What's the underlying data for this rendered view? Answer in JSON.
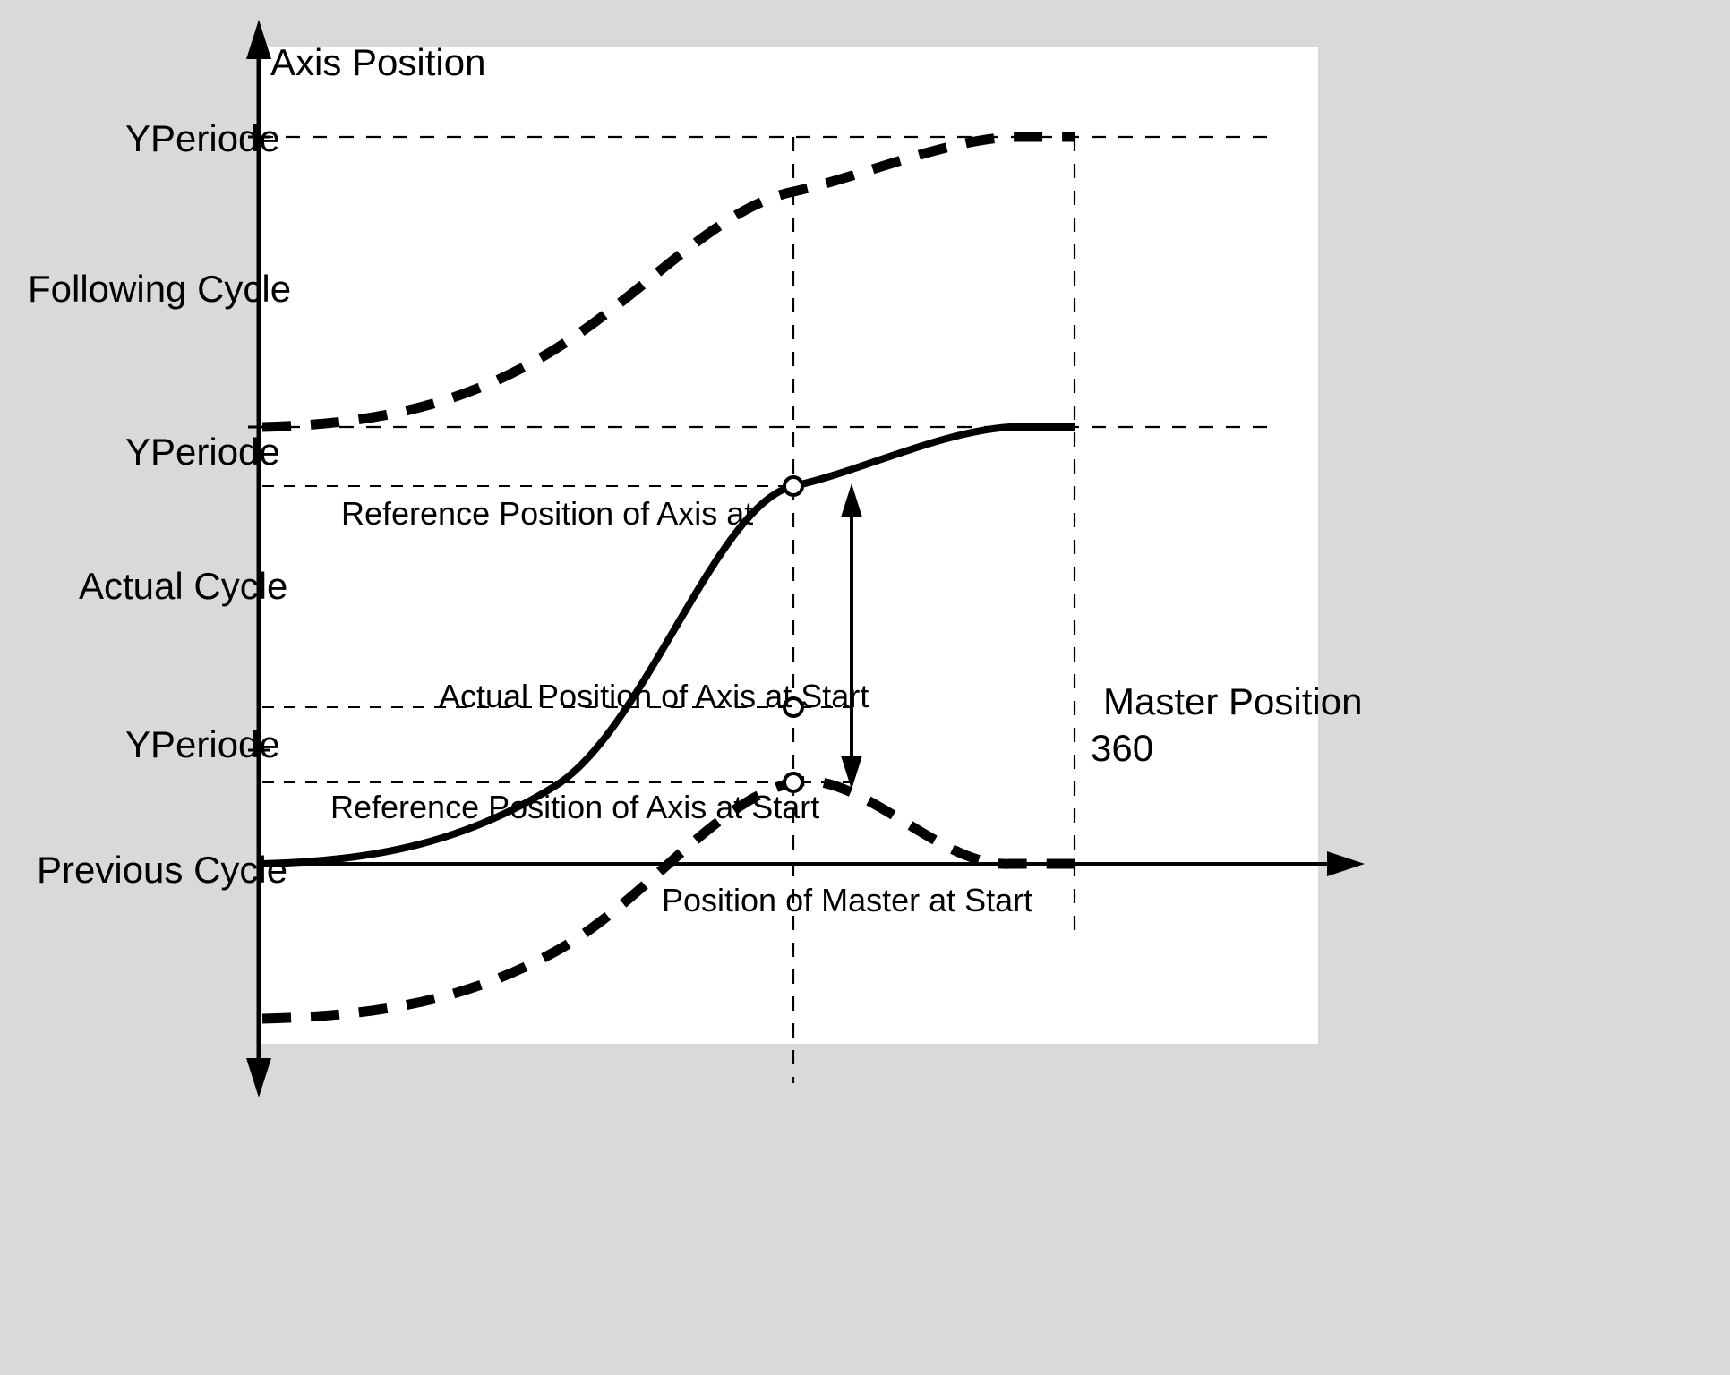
{
  "meta": {
    "background_color": "#d9d9d9",
    "panel_color": "#ffffff",
    "ink_color": "#000000"
  },
  "axes": {
    "y_axis_label": "Axis Position",
    "x_axis_label": "Master Position",
    "x_tick_label": "360"
  },
  "cycle_labels": {
    "following": "Following Cycle",
    "actual": "Actual Cycle",
    "previous": "Previous Cycle"
  },
  "period_labels": {
    "top": "YPeriode",
    "middle": "YPeriode",
    "bottom": "YPeriode"
  },
  "annotations": {
    "reference_position_axis_at": "Reference Position of Axis at",
    "actual_position_axis_start": "Actual Position of Axis at Start",
    "reference_position_axis_start": "Reference Position of Axis at Start",
    "position_master_start": "Position of Master at Start"
  },
  "chart_data": {
    "type": "line",
    "title": "",
    "xlabel": "Master Position",
    "ylabel": "Axis Position",
    "xlim": [
      0,
      360
    ],
    "ylim": [
      -1.0,
      2.0
    ],
    "grid": false,
    "legend_position": "none",
    "x_ticks": [
      360
    ],
    "y_ticks": [
      "YPeriode",
      "YPeriode",
      "YPeriode"
    ],
    "master_start_x": 200,
    "series": [
      {
        "name": "Following Cycle",
        "style": "dashed",
        "description": "S-curve rising from YPeriode (middle) to YPeriode (top) across 0..360",
        "x": [
          0,
          36,
          72,
          108,
          144,
          180,
          200,
          216,
          252,
          288,
          324,
          360
        ],
        "y": [
          1.0,
          1.03,
          1.12,
          1.28,
          1.48,
          1.67,
          1.76,
          1.82,
          1.93,
          1.985,
          2.0,
          2.0
        ]
      },
      {
        "name": "Actual Cycle",
        "style": "solid",
        "description": "S-curve rising from 0 to YPeriode (middle) across 0..360",
        "x": [
          0,
          36,
          72,
          108,
          144,
          180,
          200,
          216,
          252,
          288,
          324,
          360
        ],
        "y": [
          0.0,
          0.03,
          0.12,
          0.28,
          0.48,
          0.67,
          0.76,
          0.82,
          0.93,
          0.985,
          1.0,
          1.0
        ]
      },
      {
        "name": "Previous Cycle",
        "style": "dashed",
        "description": "S-curve rising from -YPeriode (bottom) to 0 across 0..360",
        "x": [
          0,
          36,
          72,
          108,
          144,
          180,
          200,
          216,
          252,
          288,
          324,
          360
        ],
        "y": [
          -1.0,
          -0.97,
          -0.88,
          -0.72,
          -0.52,
          -0.33,
          -0.24,
          -0.18,
          -0.07,
          -0.015,
          0.0,
          0.0
        ]
      }
    ],
    "markers": [
      {
        "label": "Reference Position of Axis at",
        "x": 200,
        "y": 0.765,
        "style": "open-circle"
      },
      {
        "label": "Actual Position of Axis at Start",
        "x": 200,
        "y": 0.0,
        "style": "open-circle"
      },
      {
        "label": "Reference Position of Axis at Start",
        "x": 200,
        "y": -0.24,
        "style": "open-circle"
      }
    ],
    "offset_arrow": {
      "type": "double-headed-vertical",
      "from_y": -0.24,
      "to_y": 0.765,
      "at_x": 220
    }
  }
}
